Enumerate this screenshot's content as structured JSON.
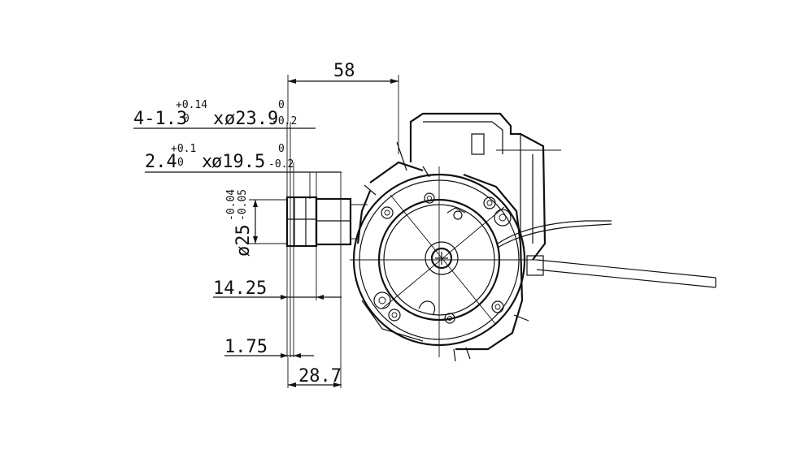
{
  "dimensions": {
    "top_width": "58",
    "spec1": {
      "count": "4-1.3",
      "tol_upper": "+0.14",
      "tol_lower": "0",
      "times": "x",
      "dia": "ø23.9",
      "dia_tol_upper": "0",
      "dia_tol_lower": "-0.2"
    },
    "spec2": {
      "count": "2.4",
      "tol_upper": "+0.1",
      "tol_lower": "0",
      "times": "x",
      "dia": "ø19.5",
      "dia_tol_upper": "0",
      "dia_tol_lower": "-0.2"
    },
    "spigot_dia": "ø25",
    "spigot_tol_upper": "-0.04",
    "spigot_tol_lower": "-0.05",
    "len1": "14.25",
    "len2": "1.75",
    "len3": "28.7"
  }
}
